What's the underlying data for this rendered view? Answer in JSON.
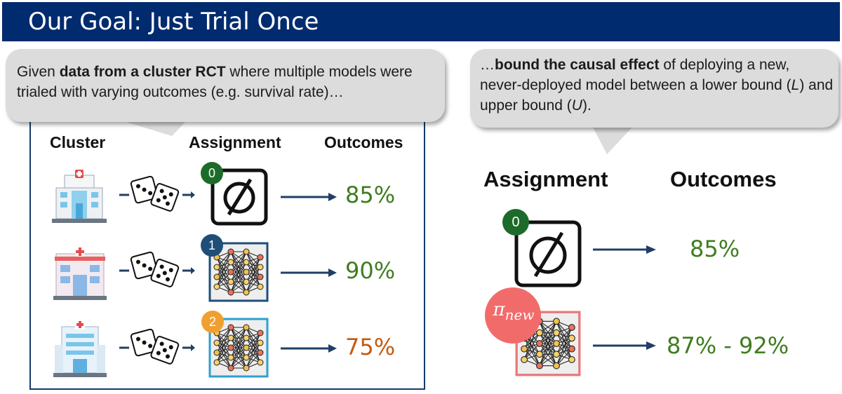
{
  "title": "Our Goal: Just Trial Once",
  "left_bubble": {
    "pre": "Given ",
    "bold": "data from a cluster RCT",
    "post": " where multiple models were trialed with varying outcomes (e.g. survival rate)…"
  },
  "right_bubble": {
    "pre": "…",
    "bold": "bound the causal effect",
    "mid": " of deploying a new, never-deployed model between a lower bound (",
    "lower_symbol": "L",
    "mid2": ") and upper bound (",
    "upper_symbol": "U",
    "post": ")."
  },
  "left_panel": {
    "headers": {
      "cluster": "Cluster",
      "assignment": "Assignment",
      "outcomes": "Outcomes"
    },
    "rows": [
      {
        "badge": "0",
        "badge_color": "#1d6b2a",
        "model": "empty-set",
        "outcome": "85%",
        "outcome_color": "#3f7d20",
        "frame_color": "#111111"
      },
      {
        "badge": "1",
        "badge_color": "#1f4e79",
        "model": "neural-network",
        "outcome": "90%",
        "outcome_color": "#3f7d20",
        "frame_color": "#1f4e79"
      },
      {
        "badge": "2",
        "badge_color": "#f0a030",
        "model": "neural-network",
        "outcome": "75%",
        "outcome_color": "#c55a11",
        "frame_color": "#2e9fd0"
      }
    ]
  },
  "right_panel": {
    "headers": {
      "assignment": "Assignment",
      "outcomes": "Outcomes"
    },
    "rows": [
      {
        "badge": "0",
        "badge_color": "#1d6b2a",
        "outcome": "85%",
        "outcome_color": "#3f7d20"
      },
      {
        "badge_base": "π",
        "badge_sub": "new",
        "badge_color": "#f26b6b",
        "outcome": "87% - 92%",
        "outcome_color": "#3f7d20",
        "frame_color": "#e8787a"
      }
    ]
  }
}
